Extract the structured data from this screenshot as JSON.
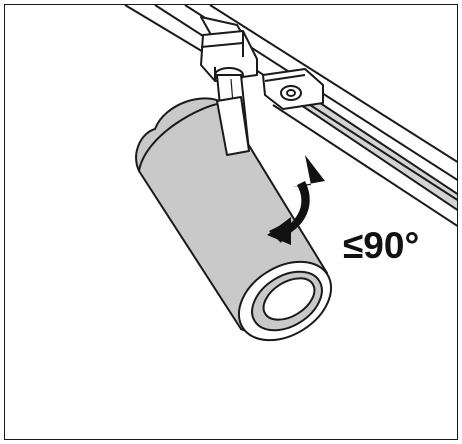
{
  "diagram": {
    "tilt_label": "≤90°",
    "colors": {
      "line": "#1a1a1a",
      "fixture_body": "#c9c9c9",
      "track_shade": "#d4d4d4",
      "white": "#ffffff"
    },
    "icons": [
      "track-rail",
      "track-adapter",
      "spotlight-cylinder",
      "tilt-arrow"
    ]
  }
}
